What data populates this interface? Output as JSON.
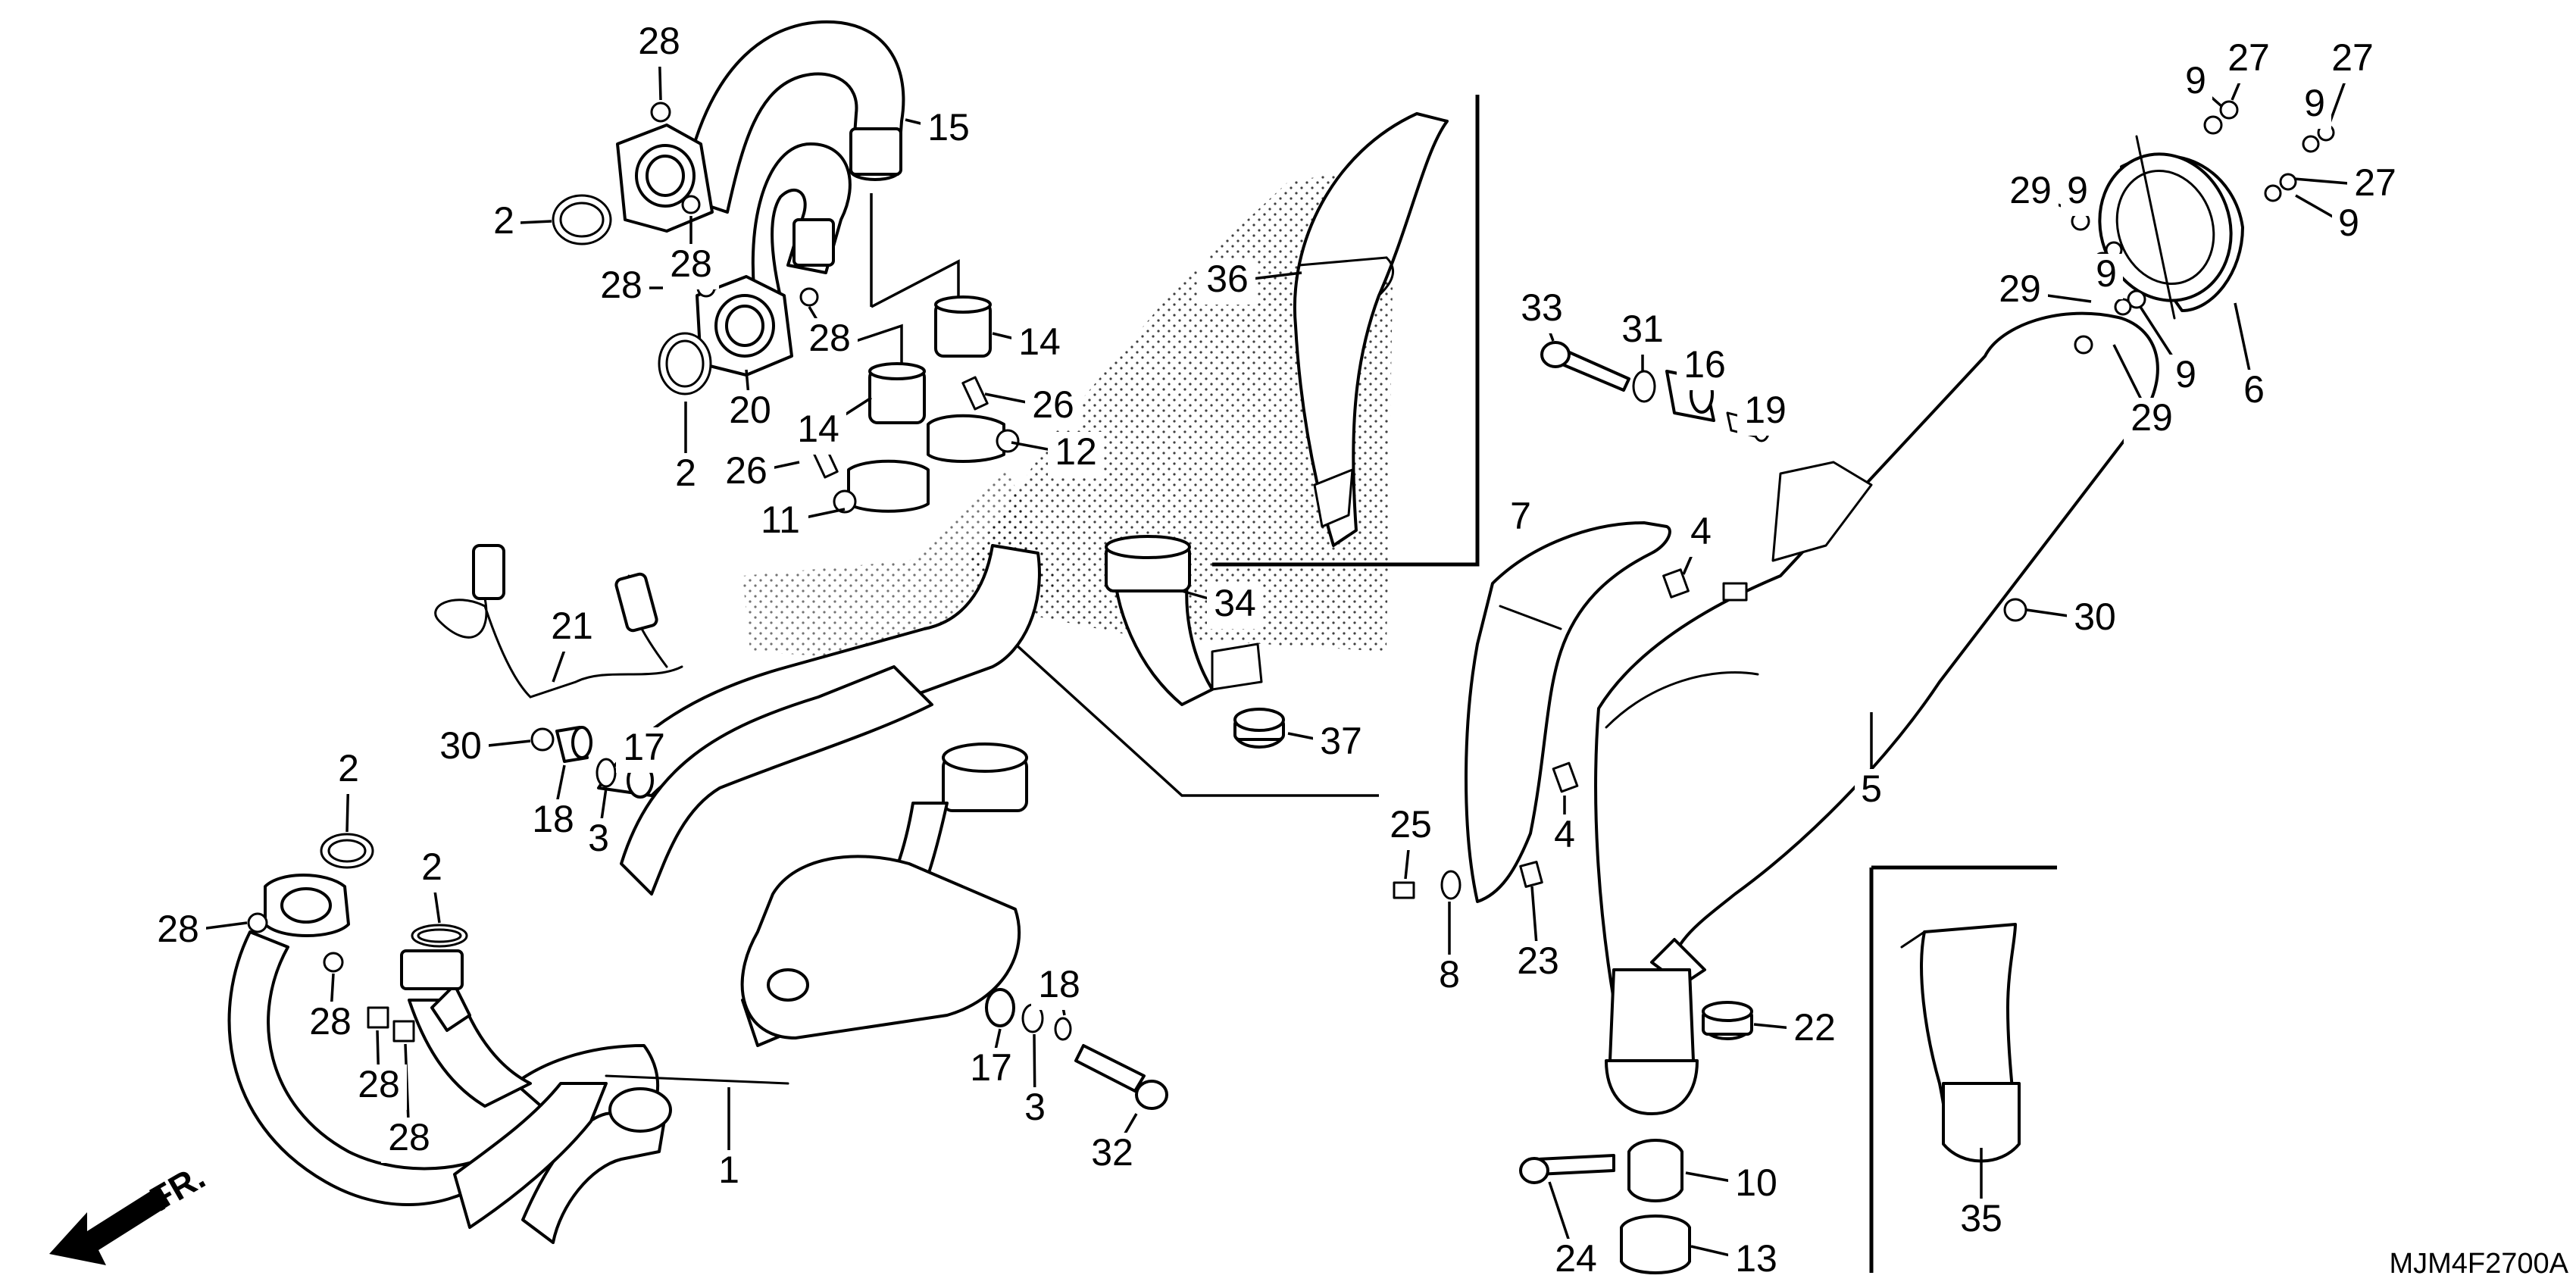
{
  "diagram": {
    "drawing_code": "MJM4F2700A",
    "front_indicator": "FR.",
    "callouts": [
      {
        "id": "c28a",
        "label": "28"
      },
      {
        "id": "c15",
        "label": "15"
      },
      {
        "id": "c2a",
        "label": "2"
      },
      {
        "id": "c28b",
        "label": "28"
      },
      {
        "id": "c28c",
        "label": "28"
      },
      {
        "id": "c28d",
        "label": "28"
      },
      {
        "id": "c20",
        "label": "20"
      },
      {
        "id": "c2b",
        "label": "2"
      },
      {
        "id": "c14a",
        "label": "14"
      },
      {
        "id": "c14b",
        "label": "14"
      },
      {
        "id": "c26a",
        "label": "26"
      },
      {
        "id": "c12",
        "label": "12"
      },
      {
        "id": "c26b",
        "label": "26"
      },
      {
        "id": "c11",
        "label": "11"
      },
      {
        "id": "c36",
        "label": "36"
      },
      {
        "id": "c21",
        "label": "21"
      },
      {
        "id": "c34",
        "label": "34"
      },
      {
        "id": "c37",
        "label": "37"
      },
      {
        "id": "c30a",
        "label": "30"
      },
      {
        "id": "c17a",
        "label": "17"
      },
      {
        "id": "c18a",
        "label": "18"
      },
      {
        "id": "c3a",
        "label": "3"
      },
      {
        "id": "c2c",
        "label": "2"
      },
      {
        "id": "c2d",
        "label": "2"
      },
      {
        "id": "c28e",
        "label": "28"
      },
      {
        "id": "c28f",
        "label": "28"
      },
      {
        "id": "c28g",
        "label": "28"
      },
      {
        "id": "c28h",
        "label": "28"
      },
      {
        "id": "c18b",
        "label": "18"
      },
      {
        "id": "c17b",
        "label": "17"
      },
      {
        "id": "c3b",
        "label": "3"
      },
      {
        "id": "c32",
        "label": "32"
      },
      {
        "id": "c1",
        "label": "1"
      },
      {
        "id": "c33",
        "label": "33"
      },
      {
        "id": "c31",
        "label": "31"
      },
      {
        "id": "c16",
        "label": "16"
      },
      {
        "id": "c19",
        "label": "19"
      },
      {
        "id": "c7",
        "label": "7"
      },
      {
        "id": "c4a",
        "label": "4"
      },
      {
        "id": "c30b",
        "label": "30"
      },
      {
        "id": "c5",
        "label": "5"
      },
      {
        "id": "c4b",
        "label": "4"
      },
      {
        "id": "c25",
        "label": "25"
      },
      {
        "id": "c8",
        "label": "8"
      },
      {
        "id": "c23",
        "label": "23"
      },
      {
        "id": "c22",
        "label": "22"
      },
      {
        "id": "c10",
        "label": "10"
      },
      {
        "id": "c24",
        "label": "24"
      },
      {
        "id": "c13",
        "label": "13"
      },
      {
        "id": "c35",
        "label": "35"
      },
      {
        "id": "c9a",
        "label": "9"
      },
      {
        "id": "c27a",
        "label": "27"
      },
      {
        "id": "c9b",
        "label": "9"
      },
      {
        "id": "c27b",
        "label": "27"
      },
      {
        "id": "c27c",
        "label": "27"
      },
      {
        "id": "c9c",
        "label": "9"
      },
      {
        "id": "c29a",
        "label": "29"
      },
      {
        "id": "c9d",
        "label": "9"
      },
      {
        "id": "c9e",
        "label": "9"
      },
      {
        "id": "c29b",
        "label": "29"
      },
      {
        "id": "c9f",
        "label": "9"
      },
      {
        "id": "c6",
        "label": "6"
      },
      {
        "id": "c29c",
        "label": "29"
      }
    ]
  }
}
